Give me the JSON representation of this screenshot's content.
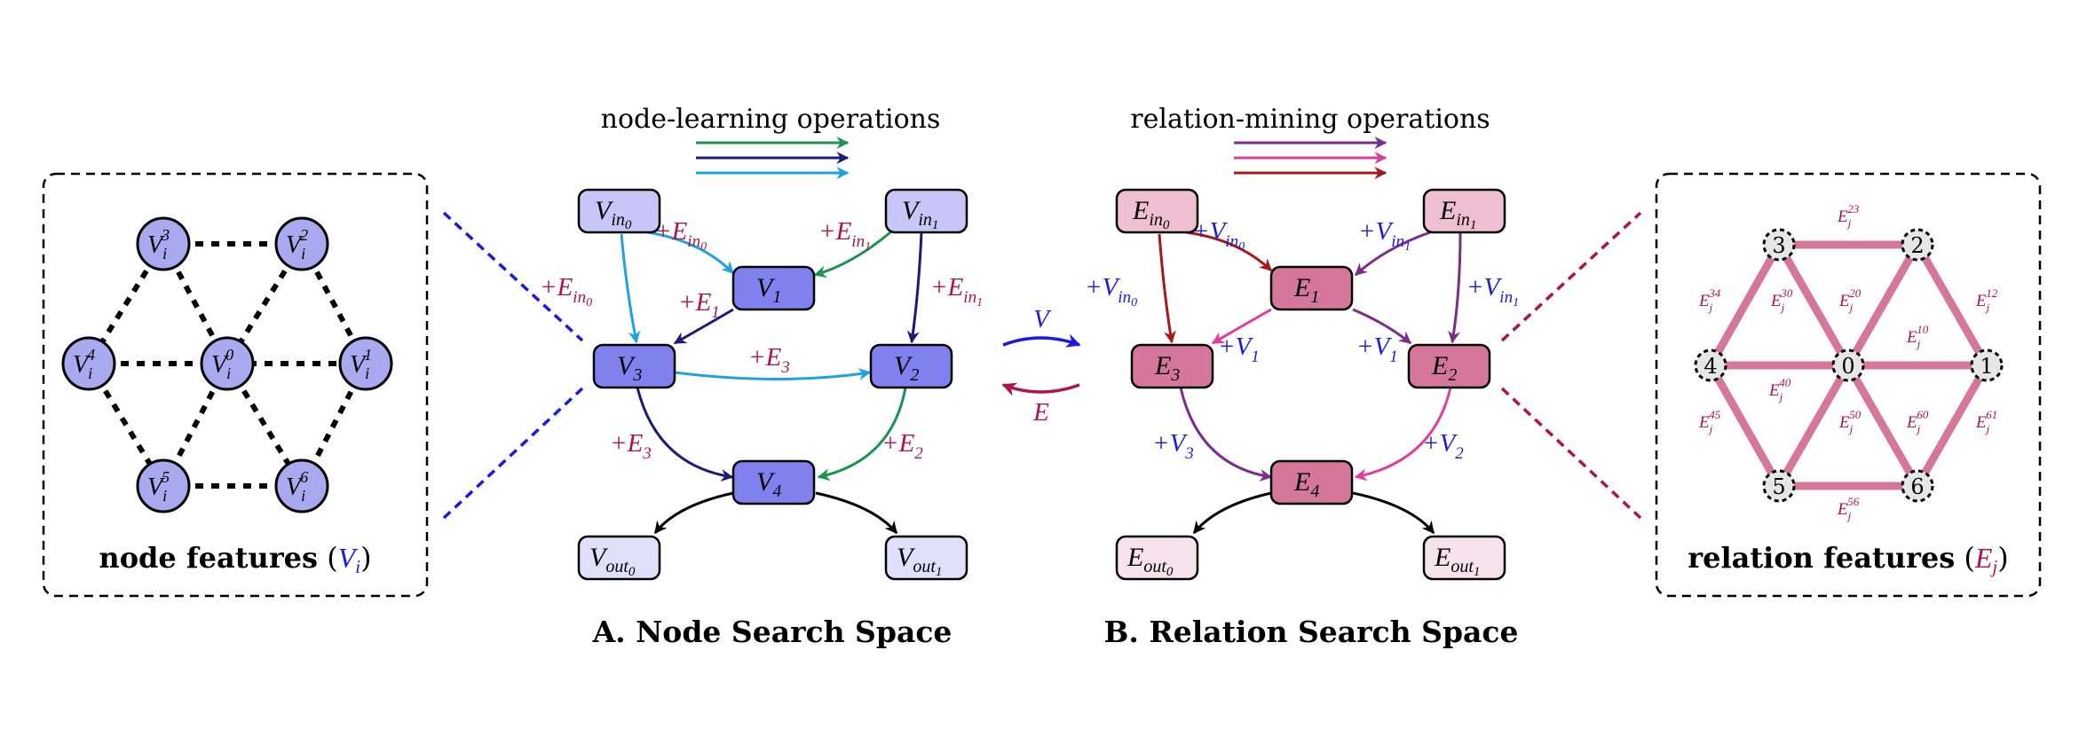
{
  "colors": {
    "node_circle": "#a9a9f0",
    "node_box": "#8080ee",
    "node_in_box": "#c6c6f7",
    "node_out_box": "#e0e0fb",
    "rel_box": "#d4779a",
    "rel_in_box": "#eebfd0",
    "rel_out_box": "#f6e2ea",
    "rel_edge": "#d4779a",
    "rel_circle": "#e6e6e6",
    "crimson": "#b0124a",
    "blue": "#1a1ae0",
    "green": "#1a9450",
    "navy": "#1c1c78",
    "sky": "#1fa3e0",
    "purple": "#7a2d8c",
    "pink": "#e03c9a",
    "darkred": "#a81818"
  },
  "left_panel": {
    "caption_bold": "node features",
    "caption_var": "V",
    "caption_sub": "i",
    "node_base": "V",
    "node_sub": "i",
    "nodes": [
      "3",
      "2",
      "4",
      "0",
      "1",
      "5",
      "6"
    ]
  },
  "node_space": {
    "ops_label": "node-learning operations",
    "title": "A. Node Search Space",
    "node_base": "V",
    "boxes": {
      "in0": "in",
      "in1": "in",
      "n1": "1",
      "n2": "2",
      "n3": "3",
      "n4": "4",
      "out0": "out",
      "out1": "out"
    },
    "edge_labels": {
      "e_in0_left": [
        "+E",
        "in"
      ],
      "e_in0_mid": [
        "+E",
        "in"
      ],
      "e_in1_mid": [
        "+E",
        "in"
      ],
      "e_in1_right": [
        "+E",
        "in"
      ],
      "e_1": [
        "+E",
        "1"
      ],
      "e_3_top": [
        "+E",
        "3"
      ],
      "e_3_bottom": [
        "+E",
        "3"
      ],
      "e_2": [
        "+E",
        "2"
      ]
    }
  },
  "middle": {
    "top_label": "V",
    "bottom_label": "E"
  },
  "relation_space": {
    "ops_label": "relation-mining operations",
    "title": "B. Relation Search Space",
    "node_base": "E",
    "boxes": {
      "in0": "in",
      "in1": "in",
      "n1": "1",
      "n2": "2",
      "n3": "3",
      "n4": "4",
      "out0": "out",
      "out1": "out"
    },
    "edge_labels": {
      "v_in0_left": [
        "+V",
        "in"
      ],
      "v_in0_mid": [
        "+V",
        "in"
      ],
      "v_in1_mid": [
        "+V",
        "in"
      ],
      "v_in1_right": [
        "+V",
        "in"
      ],
      "v_1_left": [
        "+V",
        "1"
      ],
      "v_1_right": [
        "+V",
        "1"
      ],
      "v_3": [
        "+V",
        "3"
      ],
      "v_2": [
        "+V",
        "2"
      ]
    }
  },
  "right_panel": {
    "caption_bold": "relation features",
    "caption_var": "E",
    "caption_sub": "j",
    "nodes": [
      "3",
      "2",
      "4",
      "0",
      "1",
      "5",
      "6"
    ],
    "edge_label_base": "E",
    "edge_label_sub": "j",
    "edge_labels": [
      "23",
      "34",
      "30",
      "20",
      "12",
      "10",
      "40",
      "45",
      "50",
      "60",
      "61",
      "56"
    ]
  }
}
